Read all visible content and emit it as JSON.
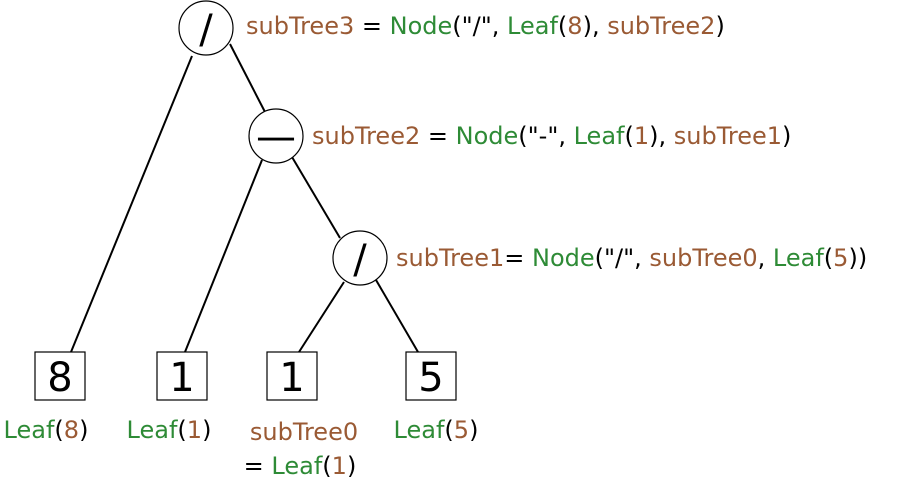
{
  "colors": {
    "variable": "#9a5a34",
    "constructor": "#2e8b36",
    "plain": "#000000"
  },
  "nodes": {
    "root": {
      "op": "/"
    },
    "minus": {
      "op": "—"
    },
    "inner": {
      "op": "/"
    }
  },
  "leaves": {
    "l8": {
      "value": "8"
    },
    "l1a": {
      "value": "1"
    },
    "l1b": {
      "value": "1"
    },
    "l5": {
      "value": "5"
    }
  },
  "annotations": {
    "subTree3": {
      "a": "subTree3",
      "b": " = ",
      "c": "Node",
      "d": "(\"/\", ",
      "e": "Leaf",
      "f": "(",
      "g": "8",
      "h": "), ",
      "i": "subTree2",
      "j": ")"
    },
    "subTree2": {
      "a": "subTree2",
      "b": " = ",
      "c": "Node",
      "d": "(\"-\", ",
      "e": "Leaf",
      "f": "(",
      "g": "1",
      "h": "), ",
      "i": "subTree1",
      "j": ")"
    },
    "subTree1": {
      "a": "subTree1",
      "b": "= ",
      "c": "Node",
      "d": "(\"/\", ",
      "e": "subTree0",
      "f": ", ",
      "g": "Leaf",
      "h": "(",
      "i": "5",
      "j": "))"
    },
    "leaf8": {
      "a": "Leaf",
      "b": "(",
      "c": "8",
      "d": ")"
    },
    "leaf1a": {
      "a": "Leaf",
      "b": "(",
      "c": "1",
      "d": ")"
    },
    "subTree0": {
      "line1": "subTree0",
      "eq": "= ",
      "a": "Leaf",
      "b": "(",
      "c": "1",
      "d": ")"
    },
    "leaf5": {
      "a": "Leaf",
      "b": "(",
      "c": "5",
      "d": ")"
    }
  }
}
